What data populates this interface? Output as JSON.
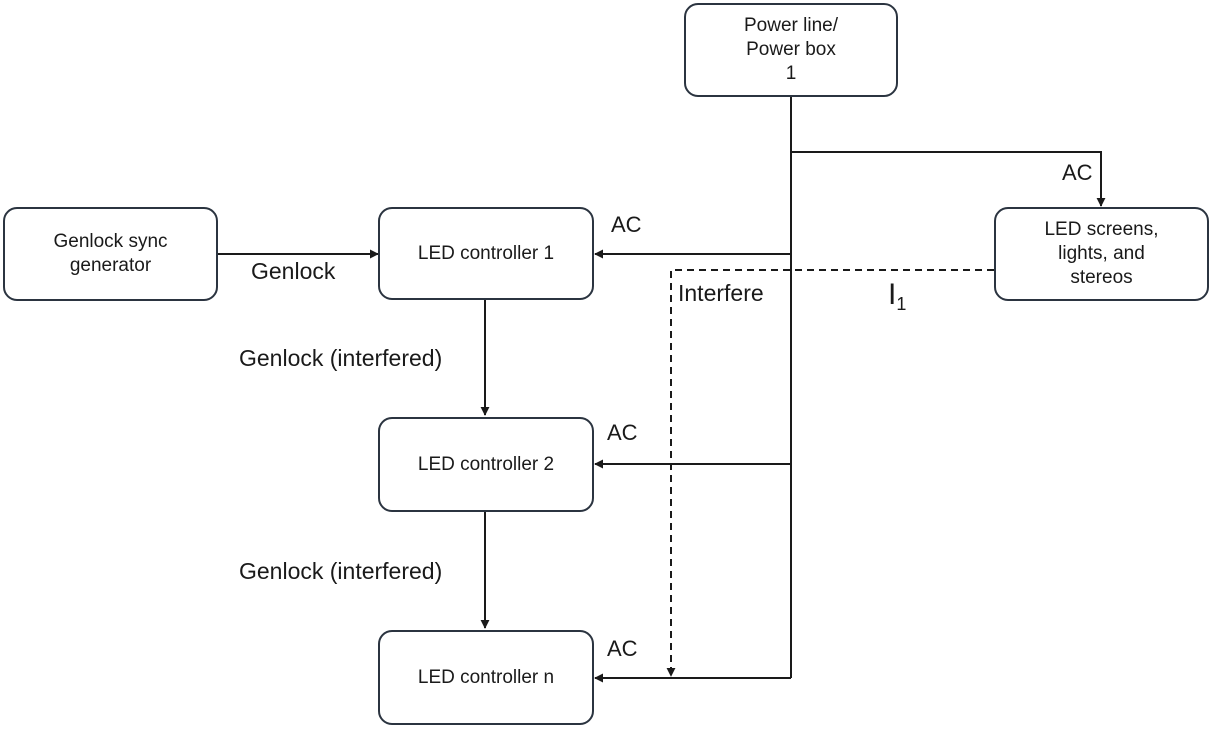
{
  "nodes": {
    "power": "Power line/\nPower box\n1",
    "genlock_gen": "Genlock sync\ngenerator",
    "ctrl1": "LED controller 1",
    "screens": "LED screens,\nlights, and\nstereos",
    "ctrl2": "LED controller 2",
    "ctrln": "LED controller n"
  },
  "labels": {
    "ac_screens": "AC",
    "ac_ctrl1": "AC",
    "ac_ctrl2": "AC",
    "ac_ctrln": "AC",
    "genlock": "Genlock",
    "genlock_interfered_1": "Genlock (interfered)",
    "genlock_interfered_2": "Genlock (interfered)",
    "interfere": "Interfere",
    "current_symbol": "I",
    "current_subscript": "1"
  },
  "colors": {
    "stroke": "#1a1a1a",
    "box_border": "#2b3440"
  }
}
